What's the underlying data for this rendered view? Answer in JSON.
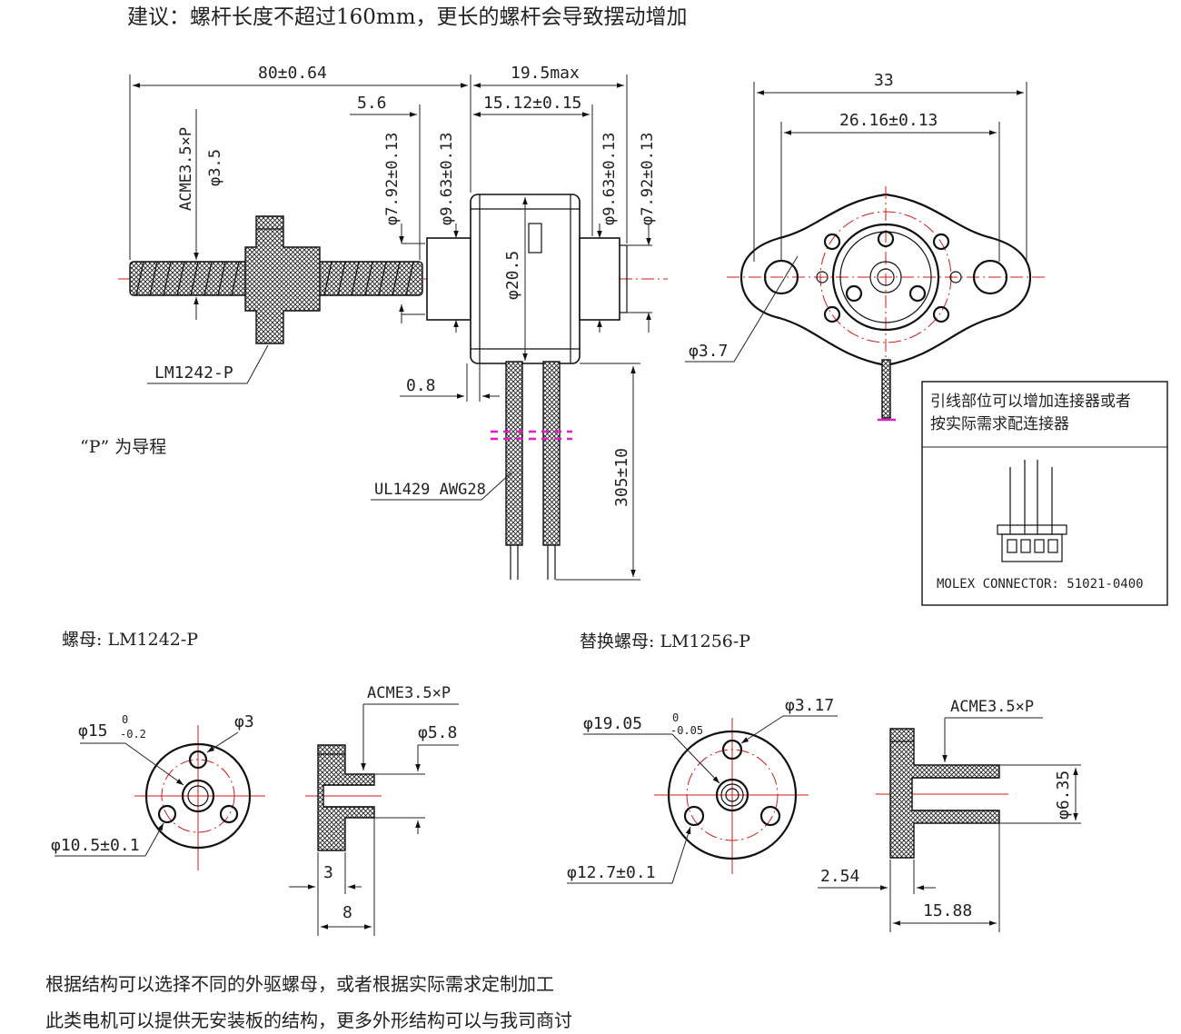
{
  "header_note": "建议：螺杆长度不超过160mm，更长的螺杆会导致摆动增加",
  "side_view": {
    "dim_overall": "80±0.64",
    "dim_body": "19.5max",
    "dim_5_6": "5.6",
    "dim_15_12": "15.12±0.15",
    "dim_7_92_left": "φ7.92±0.13",
    "dim_9_63_left": "φ9.63±0.13",
    "dim_9_63_right": "φ9.63±0.13",
    "dim_7_92_right": "φ7.92±0.13",
    "thread_spec": "ACME3.5×P",
    "thread_dia": "φ3.5",
    "body_dia": "φ20.5",
    "nut_label": "LM1242-P",
    "dim_0_8": "0.8",
    "wire_label": "UL1429 AWG28",
    "wire_length": "305±10",
    "lead_note": "“P” 为导程"
  },
  "front_view": {
    "dim_width": "33",
    "dim_hole_spacing": "26.16±0.13",
    "hole_dia": "φ3.7"
  },
  "connector_box": {
    "note_line1": "引线部位可以增加连接器或者",
    "note_line2": "按实际需求配连接器",
    "connector_label": "MOLEX CONNECTOR: 51021-0400"
  },
  "nut1": {
    "title": "螺母: LM1242-P",
    "dim_outer": "φ15",
    "tol_upper": "0",
    "tol_lower": "-0.2",
    "dim_hole": "φ3",
    "dim_pcd": "φ10.5±0.1",
    "thread": "ACME3.5×P",
    "dim_hub": "φ5.8",
    "dim_flange": "3",
    "dim_length": "8"
  },
  "nut2": {
    "title": "替换螺母: LM1256-P",
    "dim_outer": "φ19.05",
    "tol_upper": "0",
    "tol_lower": "-0.05",
    "dim_hole": "φ3.17",
    "dim_pcd": "φ12.7±0.1",
    "thread": "ACME3.5×P",
    "dim_hub": "φ6.35",
    "dim_flange": "2.54",
    "dim_length": "15.88"
  },
  "footer": {
    "line1": "根据结构可以选择不同的外驱螺母，或者根据实际需求定制加工",
    "line2": "此类电机可以提供无安装板的结构，更多外形结构可以与我司商讨"
  },
  "colors": {
    "line": "#111111",
    "centerline": "#d11a1a",
    "marker": "#e020c0"
  }
}
